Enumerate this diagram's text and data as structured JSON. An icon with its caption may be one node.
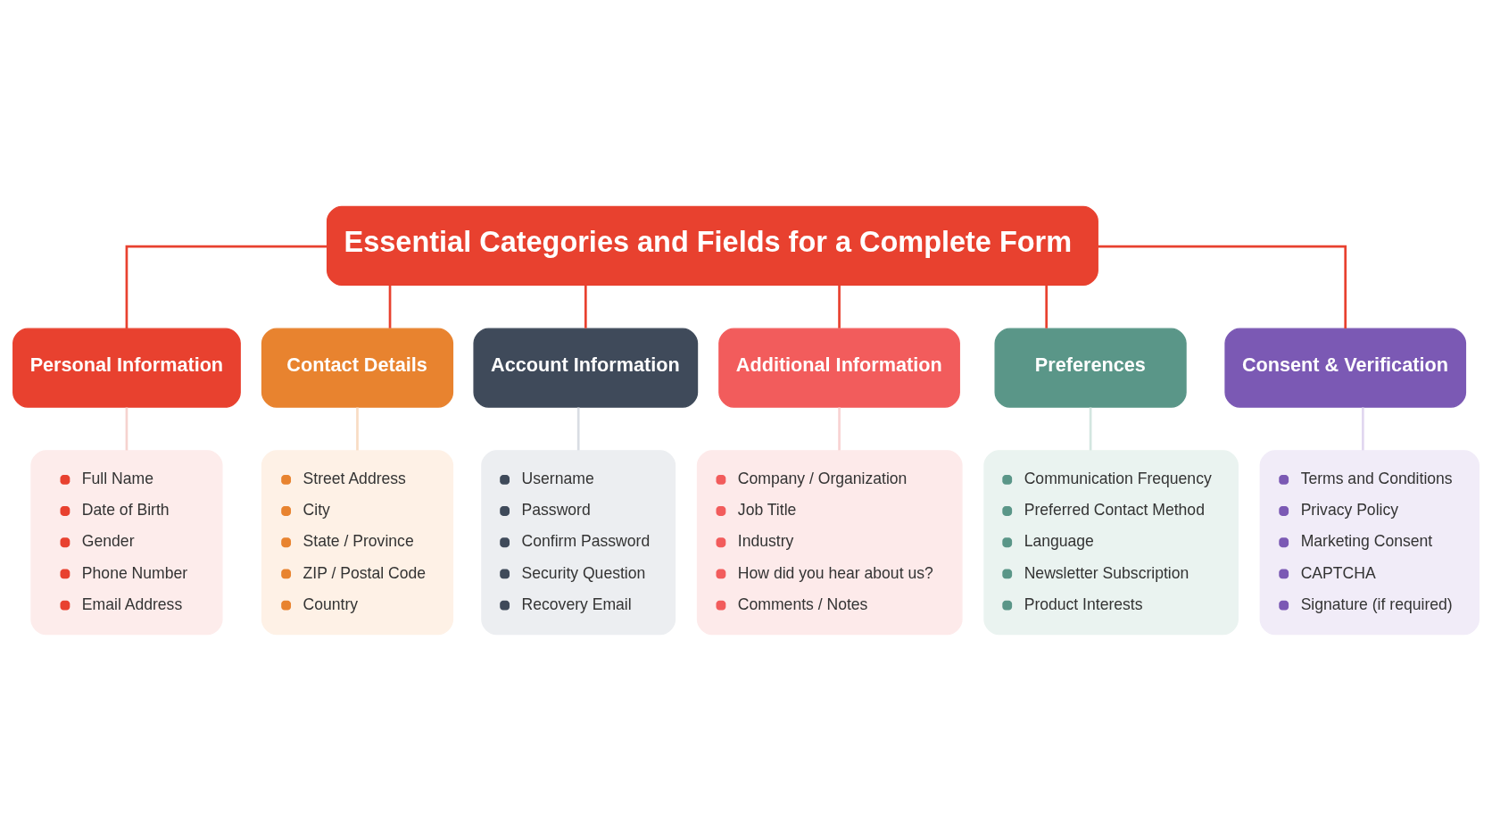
{
  "diagram": {
    "nodes": [
      {
        "text": [
          "Essential Categories and Fields for a Complete Form"
        ]
      },
      {
        "text": [
          "Personal Information"
        ]
      },
      {
        "text": [
          "Contact Details"
        ]
      },
      {
        "text": [
          "Account Information"
        ]
      },
      {
        "text": [
          "Additional Information"
        ]
      },
      {
        "text": [
          "Preferences"
        ]
      },
      {
        "text": [
          "Consent & Verification"
        ]
      },
      {
        "text": [
          "Full Name",
          "Date of Birth",
          "Gender",
          "Phone Number",
          "Email Address"
        ]
      },
      {
        "text": [
          "Street Address",
          "City",
          "State / Province",
          "ZIP / Postal Code",
          "Country"
        ]
      },
      {
        "text": [
          "Username",
          "Password",
          "Confirm Password",
          "Security Question",
          "Recovery Email"
        ]
      },
      {
        "text": [
          "Company / Organization",
          "Job Title",
          "Industry",
          "How did you hear about us?",
          "Comments / Notes"
        ]
      },
      {
        "text": [
          "Communication Frequency",
          "Preferred Contact Method",
          "Language",
          "Newsletter Subscription",
          "Product Interests"
        ]
      },
      {
        "text": [
          "Terms and Conditions",
          "Privacy Policy",
          "Marketing Consent",
          "CAPTCHA",
          "Signature (if required)"
        ]
      }
    ],
    "edges": [
      {
        "from": 0,
        "to": 1,
        "arrow": "none"
      },
      {
        "from": 0,
        "to": 2,
        "arrow": "none"
      },
      {
        "from": 0,
        "to": 3,
        "arrow": "none"
      },
      {
        "from": 0,
        "to": 4,
        "arrow": "none"
      },
      {
        "from": 0,
        "to": 5,
        "arrow": "none"
      },
      {
        "from": 0,
        "to": 6,
        "arrow": "none"
      },
      {
        "from": 1,
        "to": 7,
        "arrow": "none",
        "color": "#f6d3cf"
      },
      {
        "from": 2,
        "to": 8,
        "arrow": "none",
        "color": "#f8dcc4"
      },
      {
        "from": 3,
        "to": 9,
        "arrow": "none",
        "color": "#d9dde3"
      },
      {
        "from": 4,
        "to": 10,
        "arrow": "none",
        "color": "#f8d3d3"
      },
      {
        "from": 5,
        "to": 11,
        "arrow": "none",
        "color": "#d3e6e0"
      },
      {
        "from": 6,
        "to": 12,
        "arrow": "none",
        "color": "#e1d7f0"
      }
    ]
  }
}
